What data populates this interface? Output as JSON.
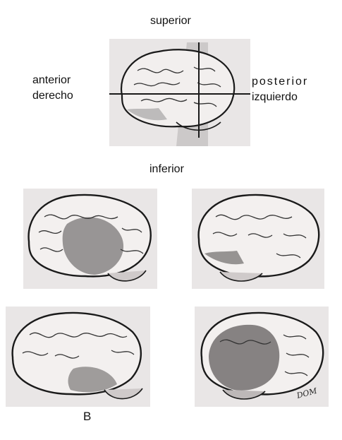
{
  "labels": {
    "superior": "superior",
    "anterior": "anterior",
    "derecho": "derecho",
    "posterior": "posterior",
    "izquierdo": "izquierdo",
    "inferior": "inferior",
    "panel_letter": "B"
  },
  "signature": "DOM",
  "colors": {
    "panel_bg": "#e9e6e6",
    "outline": "#1a1a1a",
    "shade": "#777777",
    "cut_plane": "#b5b0b0"
  }
}
